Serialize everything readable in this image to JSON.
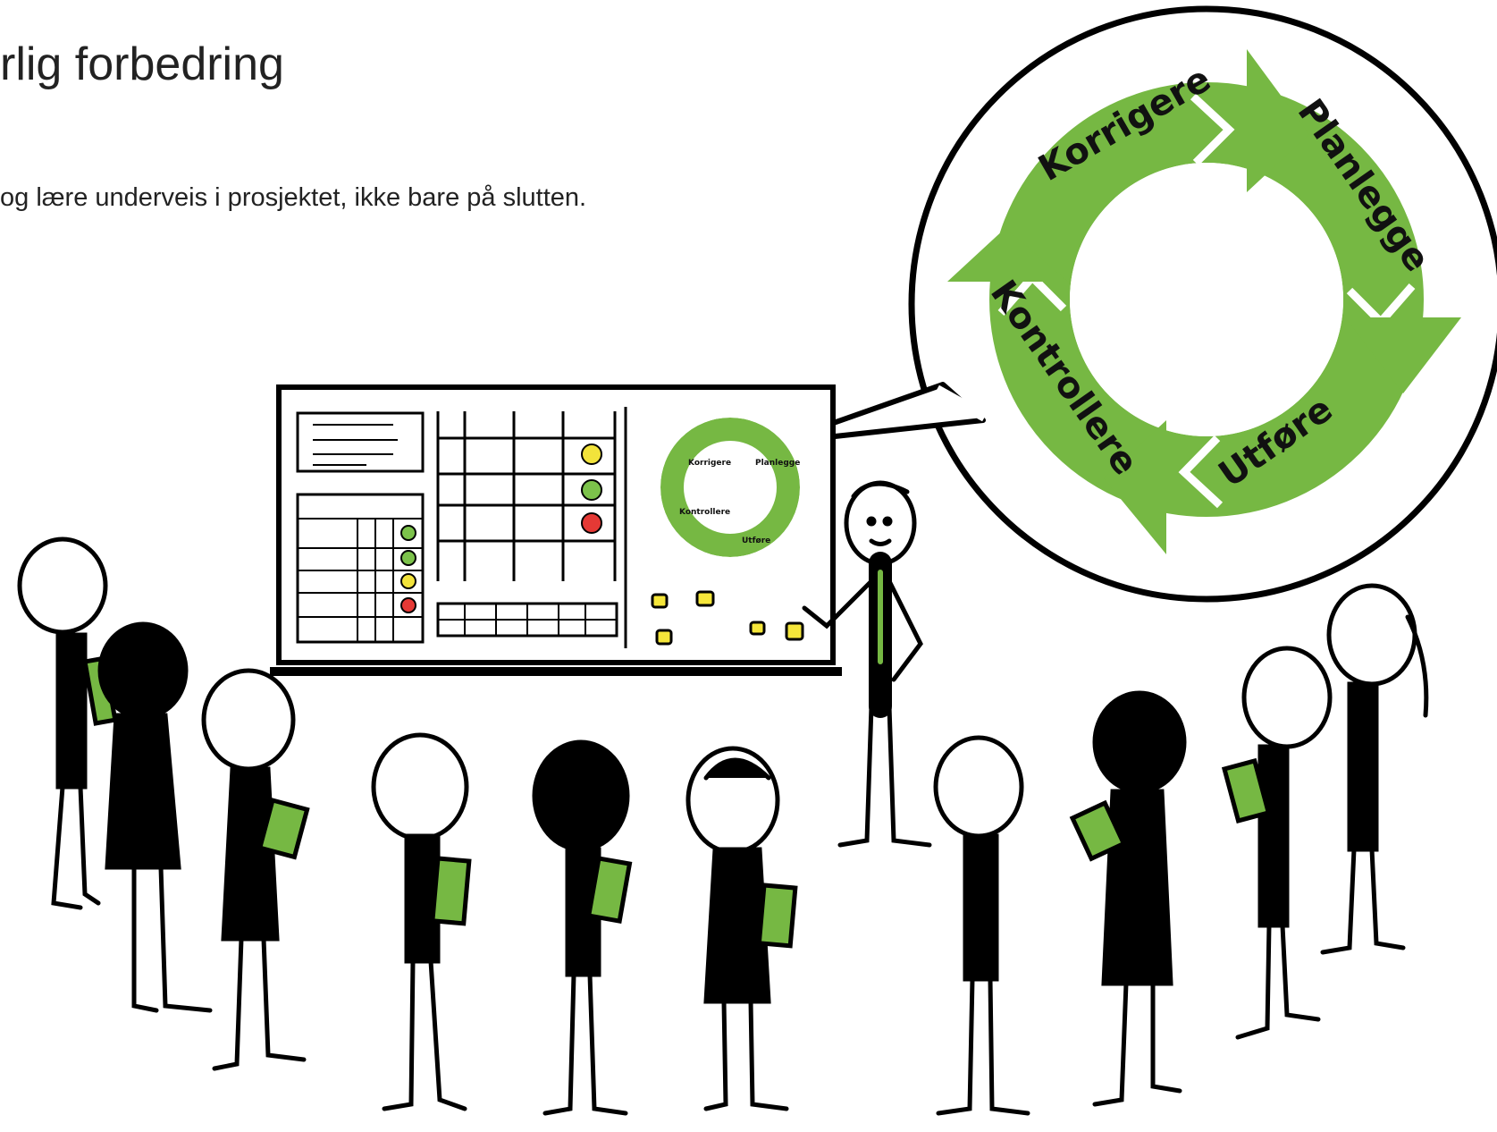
{
  "slide": {
    "title": "rlig forbedring",
    "subtitle": "og lære underveis i prosjektet, ikke bare på slutten."
  },
  "cycle": {
    "steps": [
      "Korrigere",
      "Planlegge",
      "Utføre",
      "Kontrollere"
    ],
    "color": "#76b843"
  },
  "board": {
    "status_colors": [
      "#f2e33b",
      "#7cc24b",
      "#e53935"
    ]
  },
  "colors": {
    "accent_green": "#76b843",
    "sticky_yellow": "#f5e63a"
  }
}
